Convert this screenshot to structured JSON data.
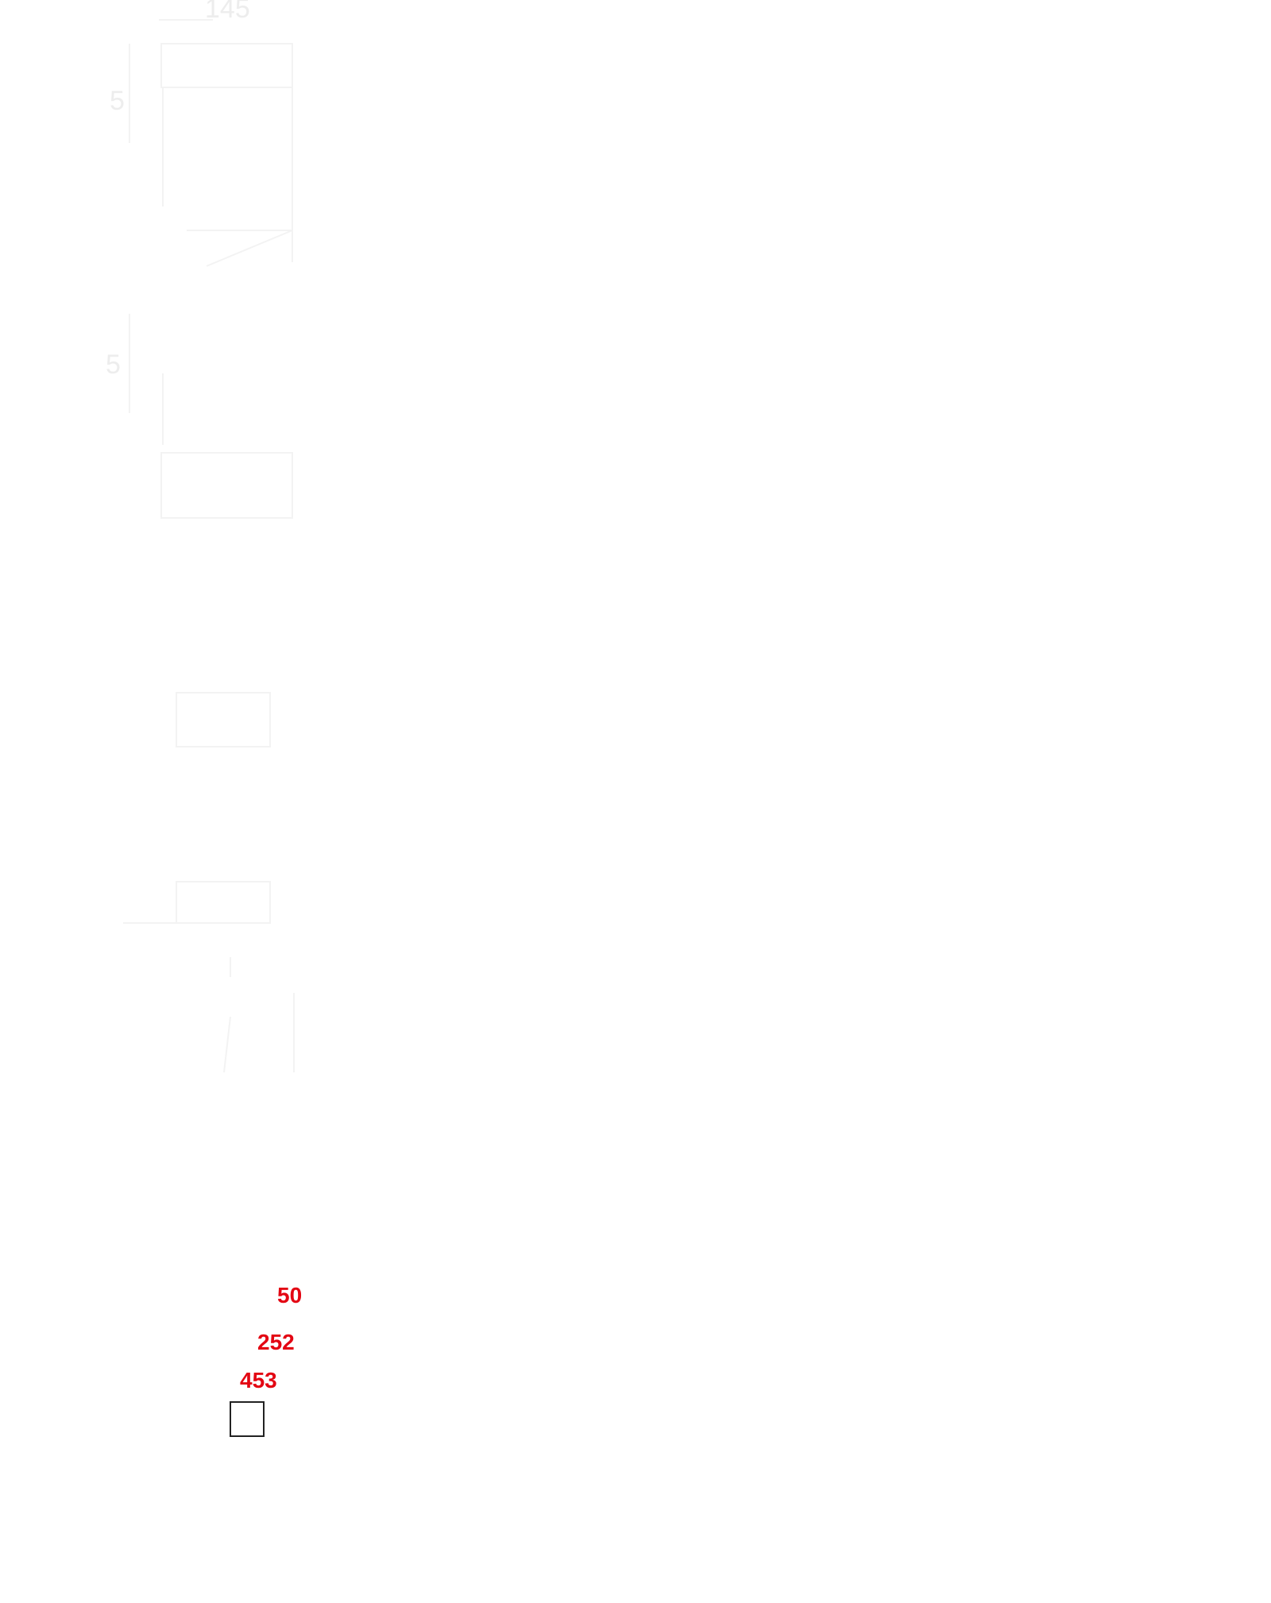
{
  "diagram": {
    "faint_labels": [
      "145",
      "5",
      "5"
    ],
    "dimension_labels": [
      "50",
      "252",
      "453"
    ],
    "colors": {
      "dimension_label": "#e30613",
      "faint_outline": "#f3f3f3",
      "box_stroke": "#222222",
      "background": "#ffffff"
    }
  }
}
